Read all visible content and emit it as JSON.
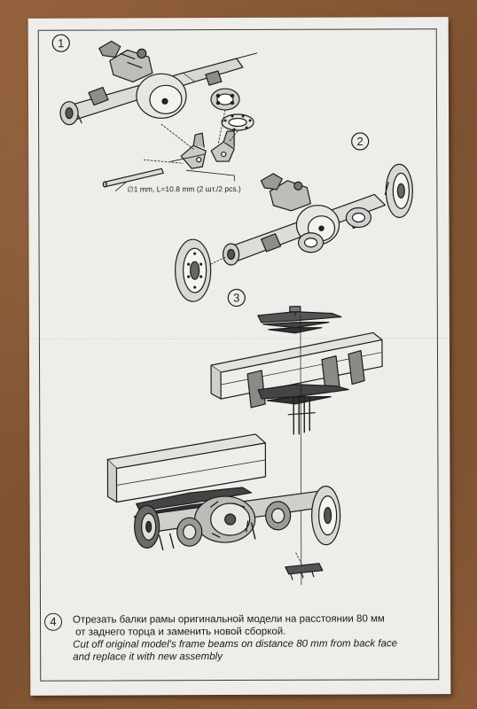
{
  "steps": {
    "s1": "1",
    "s2": "2",
    "s3": "3",
    "s4": "4"
  },
  "dimension_note": "∅1 mm, L=10.8 mm (2 шт./2 pcs.)",
  "instructions": {
    "ru_line1": "Отрезать балки рамы оригинальной модели на расстоянии 80 мм",
    "ru_line2": "от заднего торца и заменить новой сборкой.",
    "en_line1": "Cut off original model's frame beams on distance 80 mm from back face",
    "en_line2": "and replace it with new assembly"
  }
}
